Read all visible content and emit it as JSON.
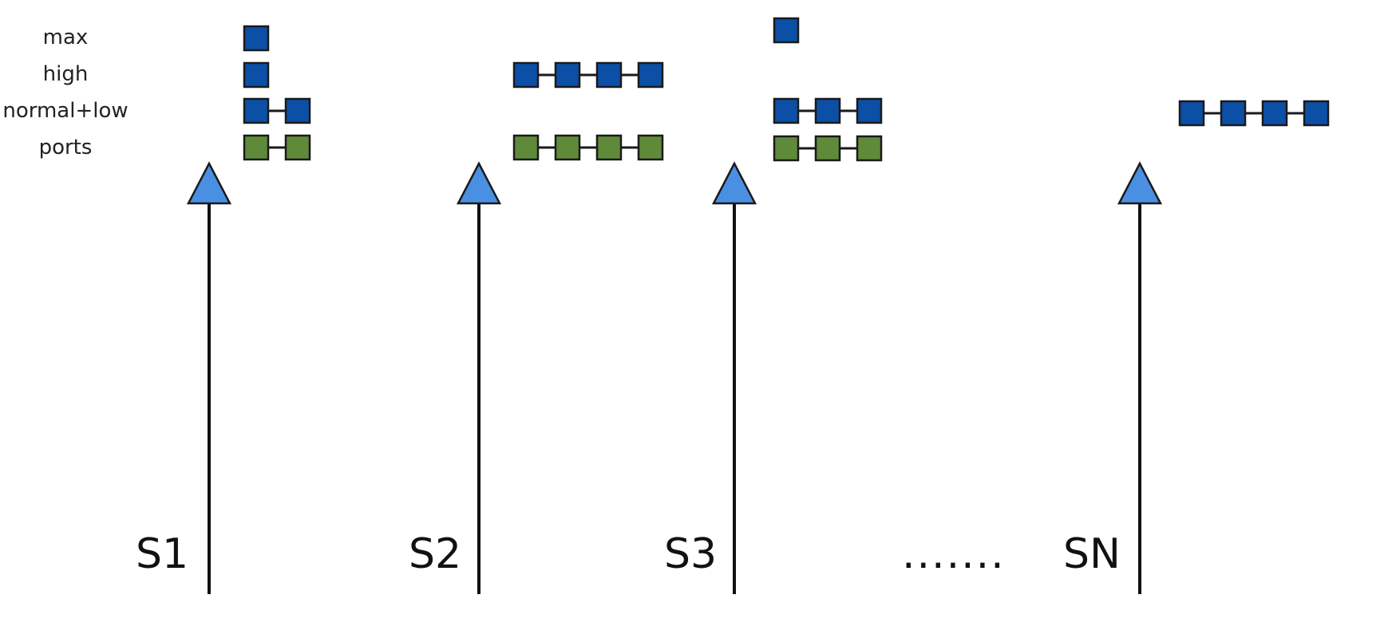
{
  "row_labels": {
    "max": "max",
    "high": "high",
    "normal_low": "normal+low",
    "ports": "ports"
  },
  "schedulers": [
    {
      "label": "S1",
      "queues": {
        "max": 1,
        "high": 1,
        "normal_low": 2,
        "ports": 2
      }
    },
    {
      "label": "S2",
      "queues": {
        "max": 0,
        "high": 4,
        "normal_low": 0,
        "ports": 4
      }
    },
    {
      "label": "S3",
      "queues": {
        "max": 1,
        "high": 0,
        "normal_low": 3,
        "ports": 3
      }
    },
    {
      "label": "SN",
      "queues": {
        "max": 0,
        "high": 0,
        "normal_low": 4,
        "ports": 0
      }
    }
  ],
  "ellipsis": ".......",
  "colors": {
    "process_fill": "#0b4fa6",
    "port_fill": "#5f8a3a",
    "box_stroke": "#1a1a1a",
    "arrow_head": "#4a90e2",
    "line": "#111111"
  }
}
